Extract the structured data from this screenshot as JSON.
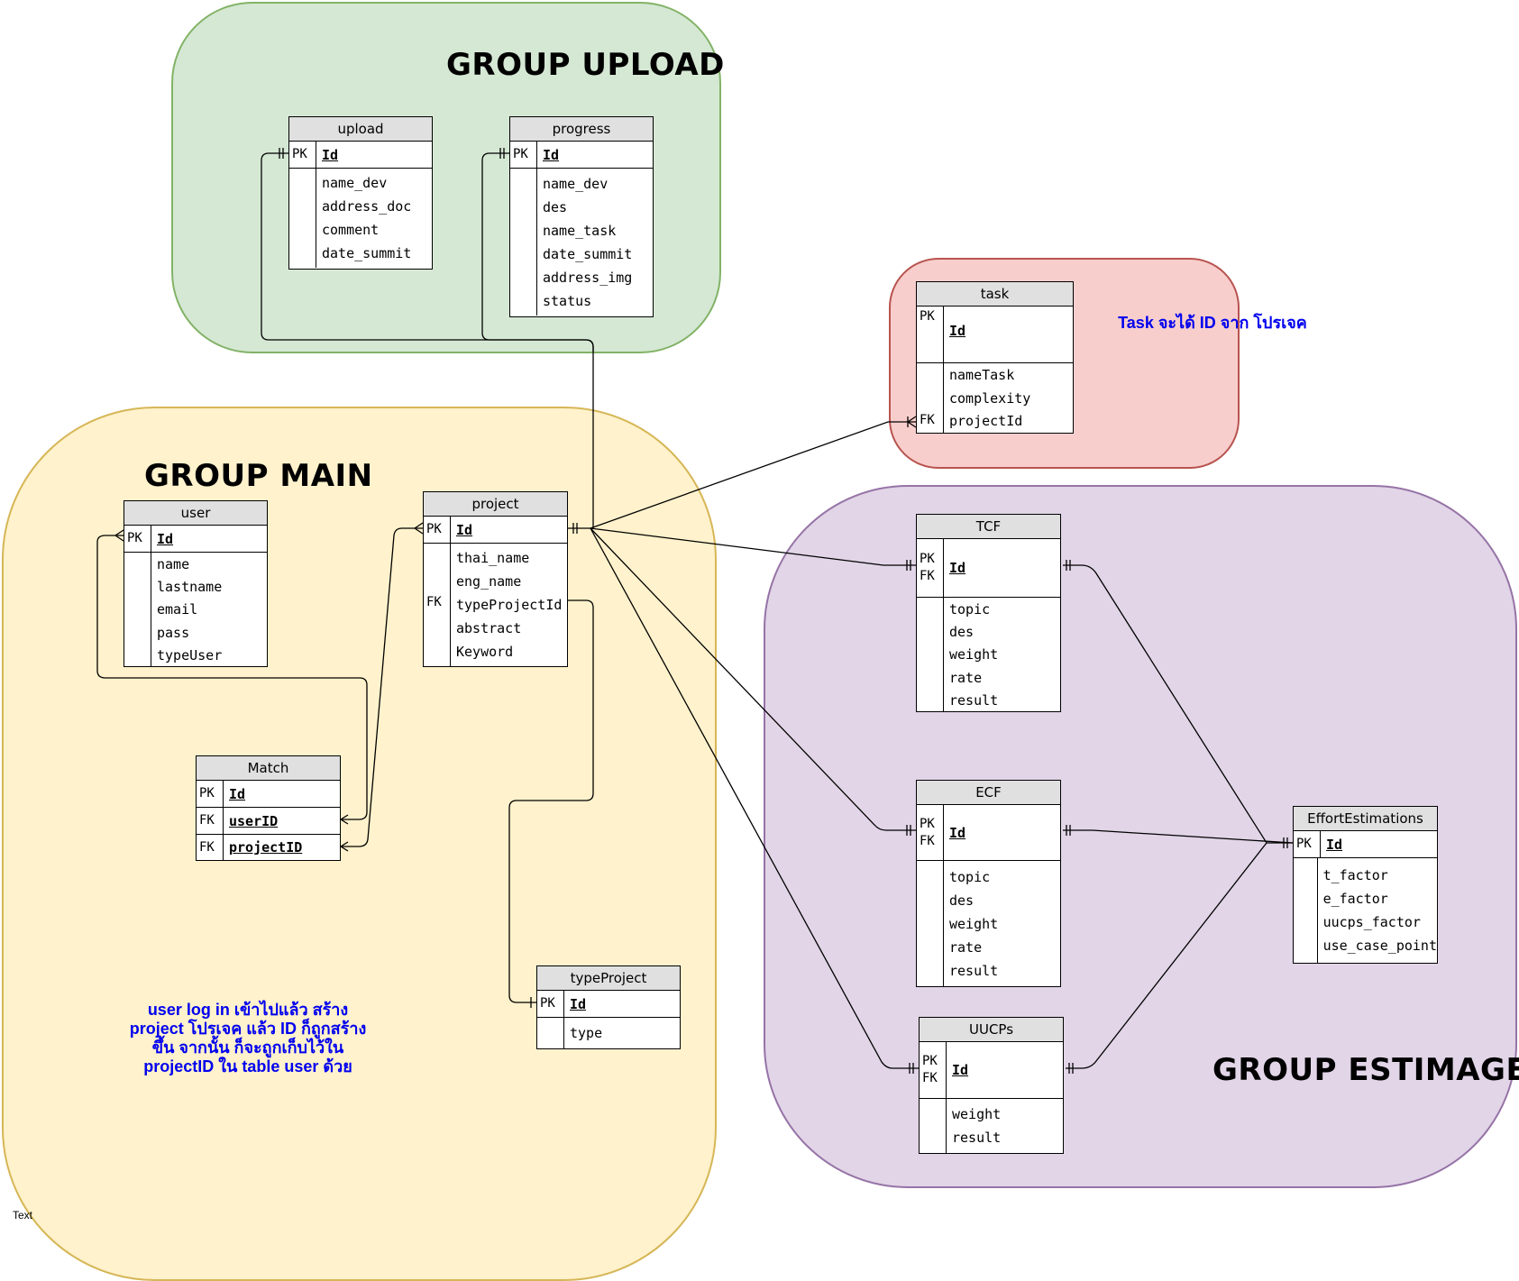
{
  "groups": {
    "upload": {
      "title": "GROUP UPLOAD",
      "fill": "#d5e8d4",
      "stroke": "#82b366"
    },
    "main": {
      "title": "GROUP MAIN",
      "fill": "#fff2cc",
      "stroke": "#d6b656"
    },
    "estimage": {
      "title": "GROUP ESTIMAGE",
      "fill": "#e1d5e7",
      "stroke": "#9673a6"
    },
    "task": {
      "title": "",
      "fill": "#f8cecc",
      "stroke": "#b85450"
    }
  },
  "entities": {
    "upload": {
      "name": "upload",
      "pk": "PK",
      "id": "Id",
      "fields": [
        "name_dev",
        "address_doc",
        "comment",
        "date_summit"
      ]
    },
    "progress": {
      "name": "progress",
      "pk": "PK",
      "id": "Id",
      "fields": [
        "name_dev",
        "des",
        "name_task",
        "date_summit",
        "address_img",
        "status"
      ]
    },
    "task": {
      "name": "task",
      "pk": "PK",
      "id": "Id",
      "fields": [
        "nameTask",
        "complexity",
        "projectId"
      ],
      "fk": "FK"
    },
    "user": {
      "name": "user",
      "pk": "PK",
      "id": "Id",
      "fields": [
        "name",
        "lastname",
        "email",
        "pass",
        "typeUser"
      ]
    },
    "project": {
      "name": "project",
      "pk": "PK",
      "id": "Id",
      "fields": [
        "thai_name",
        "eng_name",
        "typeProjectId",
        "abstract",
        "Keyword"
      ],
      "fk": "FK"
    },
    "match": {
      "name": "Match",
      "pk": "PK",
      "id": "Id",
      "fk": "FK",
      "fk1": "userID",
      "fk2": "projectID"
    },
    "typeProject": {
      "name": "typeProject",
      "pk": "PK",
      "id": "Id",
      "fields": [
        "type"
      ]
    },
    "tcf": {
      "name": "TCF",
      "pk": "PK",
      "fk": "FK",
      "id": "Id",
      "fields": [
        "topic",
        "des",
        "weight",
        "rate",
        "result"
      ]
    },
    "ecf": {
      "name": "ECF",
      "pk": "PK",
      "fk": "FK",
      "id": "Id",
      "fields": [
        "topic",
        "des",
        "weight",
        "rate",
        "result"
      ]
    },
    "uucps": {
      "name": "UUCPs",
      "pk": "PK",
      "fk": "FK",
      "id": "Id",
      "fields": [
        "weight",
        "result"
      ]
    },
    "effort": {
      "name": "EffortEstimations",
      "pk": "PK",
      "id": "Id",
      "fields": [
        "t_factor",
        "e_factor",
        "uucps_factor",
        "use_case_point"
      ]
    }
  },
  "notes": {
    "task": "Task จะได้ ID จาก โปรเจค",
    "main_1": "user log in  เข้าไปแล้ว สร้าง",
    "main_2": "project โปรเจค แล้ว ID ก็ถูกสร้าง",
    "main_3": "ขึ้น จากนั้น ก็จะถูกเก็บไว้ใน",
    "main_4": "projectID ใน table user ด้วย"
  },
  "text_label": "Text",
  "colors": {
    "line": "#000000",
    "note": "#0000ee"
  }
}
